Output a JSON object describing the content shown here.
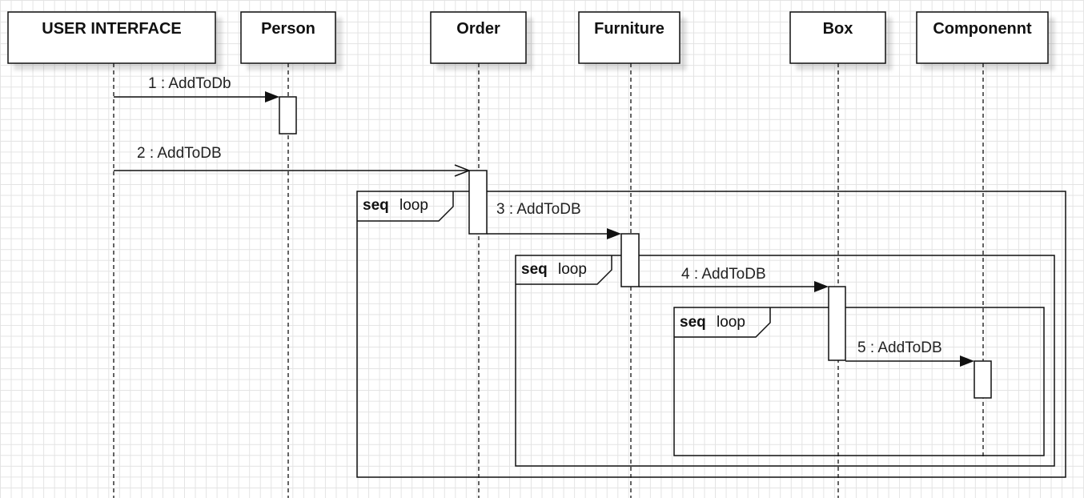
{
  "participants": [
    {
      "id": "ui",
      "name": "USER INTERFACE"
    },
    {
      "id": "person",
      "name": "Person"
    },
    {
      "id": "order",
      "name": "Order"
    },
    {
      "id": "furniture",
      "name": "Furniture"
    },
    {
      "id": "box",
      "name": "Box"
    },
    {
      "id": "component",
      "name": "Componennt"
    }
  ],
  "messages": [
    {
      "label": "1 : AddToDb",
      "from": "ui",
      "to": "person",
      "arrow": "filled"
    },
    {
      "label": "2 : AddToDB",
      "from": "ui",
      "to": "order",
      "arrow": "open"
    },
    {
      "label": "3 : AddToDB",
      "from": "order",
      "to": "furniture",
      "arrow": "filled"
    },
    {
      "label": "4 : AddToDB",
      "from": "furniture",
      "to": "box",
      "arrow": "filled"
    },
    {
      "label": "5 : AddToDB",
      "from": "box",
      "to": "component",
      "arrow": "filled"
    }
  ],
  "fragments": [
    {
      "operator": "seq",
      "guard": "loop"
    },
    {
      "operator": "seq",
      "guard": "loop"
    },
    {
      "operator": "seq",
      "guard": "loop"
    }
  ]
}
